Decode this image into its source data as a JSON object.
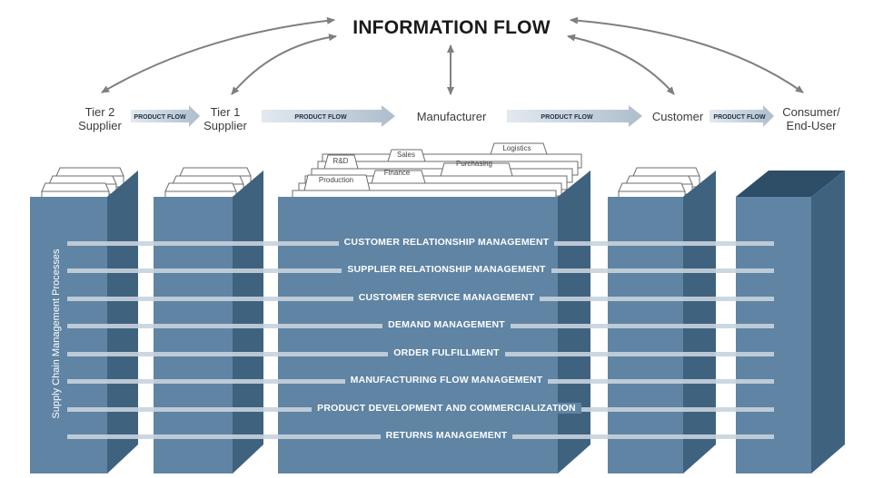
{
  "title": "INFORMATION FLOW",
  "entities": [
    {
      "line1": "Tier 2",
      "line2": "Supplier"
    },
    {
      "line1": "Tier 1",
      "line2": "Supplier"
    },
    {
      "line1": "Manufacturer",
      "line2": ""
    },
    {
      "line1": "Customer",
      "line2": ""
    },
    {
      "line1": "Consumer/",
      "line2": "End-User"
    }
  ],
  "product_flow_label": "PRODUCT FLOW",
  "side_label": "Supply Chain Management Processes",
  "functions": [
    "R&D",
    "Sales",
    "Logistics",
    "Purchasing",
    "Finance",
    "Production"
  ],
  "processes": [
    "CUSTOMER RELATIONSHIP MANAGEMENT",
    "SUPPLIER RELATIONSHIP MANAGEMENT",
    "CUSTOMER SERVICE MANAGEMENT",
    "DEMAND MANAGEMENT",
    "ORDER FULFILLMENT",
    "MANUFACTURING FLOW MANAGEMENT",
    "PRODUCT DEVELOPMENT AND COMMERCIALIZATION",
    "RETURNS MANAGEMENT"
  ],
  "colors": {
    "box_front": "#5f84a4",
    "box_side": "#3f627f",
    "box_top": "#2e4d66",
    "arrow": "#7f7f7f",
    "band": "#c8d3dd"
  }
}
